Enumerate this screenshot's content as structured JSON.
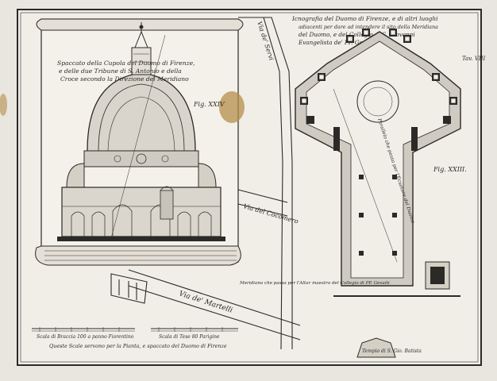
{
  "section_caption": {
    "line1": "Spaccato della Cupola del Duomo di Firenze,",
    "line2": "e delle due Tribune di S. Antonio e della",
    "line3": "Croce secondo la Direzione del Meridiano"
  },
  "fig_section": "Fig. XXIV",
  "plan_caption": {
    "line1": "Icnografia del Duomo di Firenze, e di altri luoghi",
    "line2": "adiacenti per dare ad intendere il sito della Meridiana",
    "line3": "del Duomo, e del Collegio di S. Giovanni",
    "line4": "Evangelista de' PP. Gesuiti."
  },
  "fig_plan": "Fig. XXIII.",
  "tav": "Tav. VIII",
  "streets": {
    "via_servi": "Via de' Servi",
    "via_cocomero": "Via del Cocomero",
    "via_martelli": "Via de' Martelli"
  },
  "meridian_label": "Parallelo che passa per l'Ecuatore del Duomo",
  "meridian_line": "Meridiano che passa per l'Altar maestro del Collegio di PP. Gesuiti",
  "scale1": "Scala di Braccia 100 a panno Fiorentino",
  "scale2": "Scala di Tese 80 Parigine",
  "bottom_note": "Queste Scale servono per la Pianta, e spaccato del Duomo di Firenze",
  "baptistery": "Tempio di S. Gio. Batista",
  "colors": {
    "paper": "#e9e6df",
    "ink": "#2b2a27",
    "stain": "#b48d4a"
  }
}
